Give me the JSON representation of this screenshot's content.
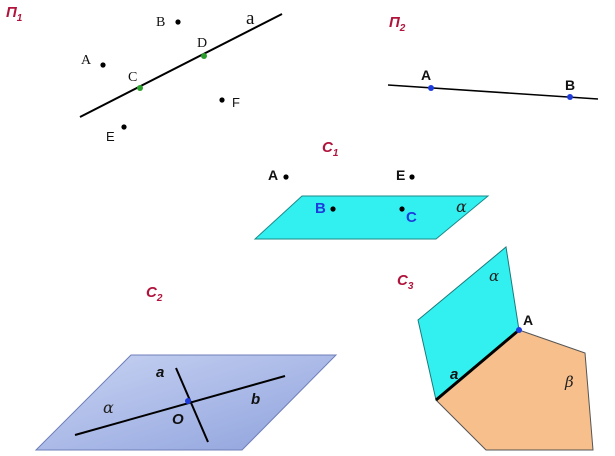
{
  "panels": {
    "p1": {
      "title": "П",
      "sub": "1",
      "line_label": "a",
      "points": {
        "A": "A",
        "B": "B",
        "C": "C",
        "D": "D",
        "E": "E",
        "F": "F"
      }
    },
    "p2": {
      "title": "П",
      "sub": "2",
      "points": {
        "A": "A",
        "B": "B"
      }
    },
    "c1": {
      "title": "C",
      "sub": "1",
      "plane_label": "α",
      "points": {
        "A": "A",
        "E": "E",
        "B": "B",
        "C": "C"
      }
    },
    "c2": {
      "title": "C",
      "sub": "2",
      "plane_label": "α",
      "line_a": "a",
      "line_b": "b",
      "point_o": "O"
    },
    "c3": {
      "title": "C",
      "sub": "3",
      "plane_alpha": "α",
      "plane_beta": "β",
      "point_a": "A",
      "line_a": "a"
    }
  },
  "colors": {
    "title": "#b0143c",
    "cyan_plane": "#33f0f0",
    "blue_plane_light": "#c8d3f2",
    "blue_plane_dark": "#8fa2dc",
    "orange_plane": "#f7bf8c",
    "green_point": "#2ca02c",
    "blue_point": "#1e3cdc"
  }
}
